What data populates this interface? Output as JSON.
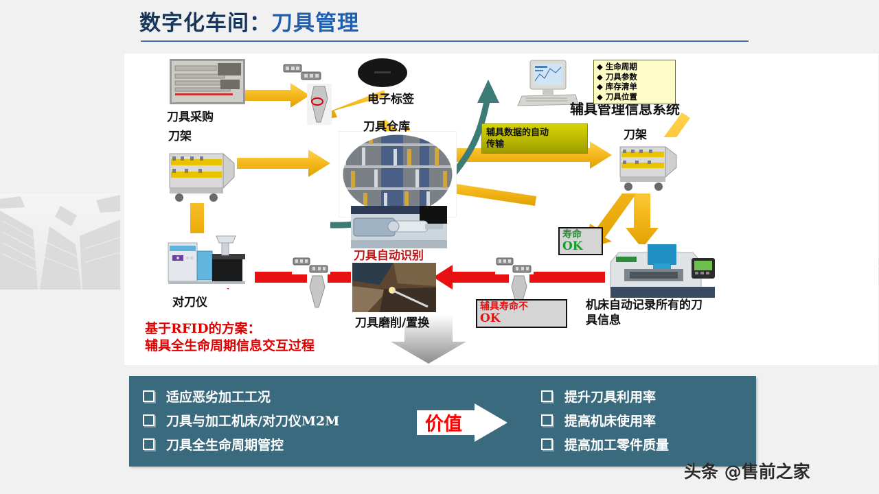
{
  "slide": {
    "title_main": "数字化车间：",
    "title_accent": "刀具管理",
    "accent_color": "#1f5fb0",
    "title_color": "#16365c",
    "background_color": "#f1f1f1"
  },
  "diagram": {
    "labels": {
      "tool_purchase": "刀具采购",
      "electronic_tag": "电子标签",
      "tool_rack_left": "刀架",
      "tool_warehouse": "刀具仓库",
      "tool_rack_right": "刀架",
      "info_system": "辅具管理信息系统",
      "data_auto_transfer": "辅具数据的自动\n传输",
      "data_auto_transfer_l1": "辅具数据的自动",
      "data_auto_transfer_l2": "传输",
      "tool_auto_recognition": "刀具自动识别",
      "tool_grinding": "刀具磨削/置换",
      "presetter": "对刀仪",
      "machine_record_l1": "机床自动记录所有的刀",
      "machine_record_l2": "具信息"
    },
    "callout": {
      "marker": "◆",
      "items": [
        "生命周期",
        "刀具参数",
        "库存清单",
        "刀具位置"
      ],
      "background": "#fdfbc6",
      "border": "#6d6d1a"
    },
    "status": {
      "ok_line1": "寿命",
      "ok_line2": "OK",
      "ok_color": "#12a02b",
      "bad_line1": "辅具寿命不",
      "bad_line2": "OK",
      "bad_color": "#e01313"
    },
    "red_caption_line1": "基于RFID的方案：",
    "red_caption_line2": "辅具全生命周期信息交互过程",
    "red_caption_color": "#e00000",
    "arrow_color": "#f5b81c",
    "red_arrow_color": "#e81010",
    "teal_arrow_color": "#3d7b77"
  },
  "panel": {
    "background": "#3a6a7e",
    "left_items": [
      "适应恶劣加工工况",
      "刀具与加工机床/对刀仪M2M",
      "刀具全生命周期管控"
    ],
    "right_items": [
      "提升刀具利用率",
      "提高机床使用率",
      "提高加工零件质量"
    ],
    "value_label": "价值",
    "value_color": "#ff0000"
  },
  "watermark": {
    "text": "头条 @售前之家"
  }
}
